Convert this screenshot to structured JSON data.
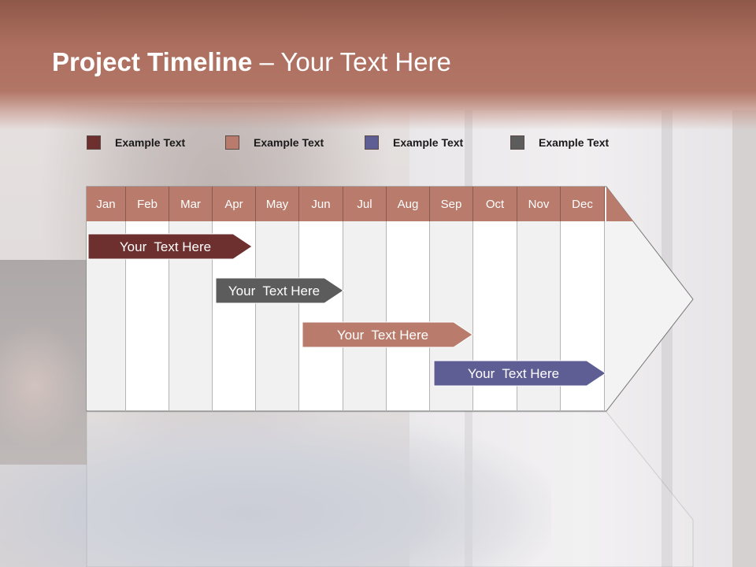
{
  "slide": {
    "title_bold": "Project Timeline",
    "title_rest": " – Your Text Here"
  },
  "legend": [
    {
      "label": "Example Text",
      "color": "#6e2f2f"
    },
    {
      "label": "Example Text",
      "color": "#b97b6b"
    },
    {
      "label": "Example Text",
      "color": "#5e5e94"
    },
    {
      "label": "Example Text",
      "color": "#5c5c5c"
    }
  ],
  "timeline": {
    "months": [
      "Jan",
      "Feb",
      "Mar",
      "Apr",
      "May",
      "Jun",
      "Jul",
      "Aug",
      "Sep",
      "Oct",
      "Nov",
      "Dec"
    ],
    "header_color": "#b97b6b",
    "tasks": [
      {
        "label": "Your  Text Here",
        "color": "#6e2f2f"
      },
      {
        "label": "Your  Text Here",
        "color": "#5c5c5c"
      },
      {
        "label": "Your  Text Here",
        "color": "#b97b6b"
      },
      {
        "label": "Your  Text Here",
        "color": "#5e5e94"
      }
    ]
  }
}
